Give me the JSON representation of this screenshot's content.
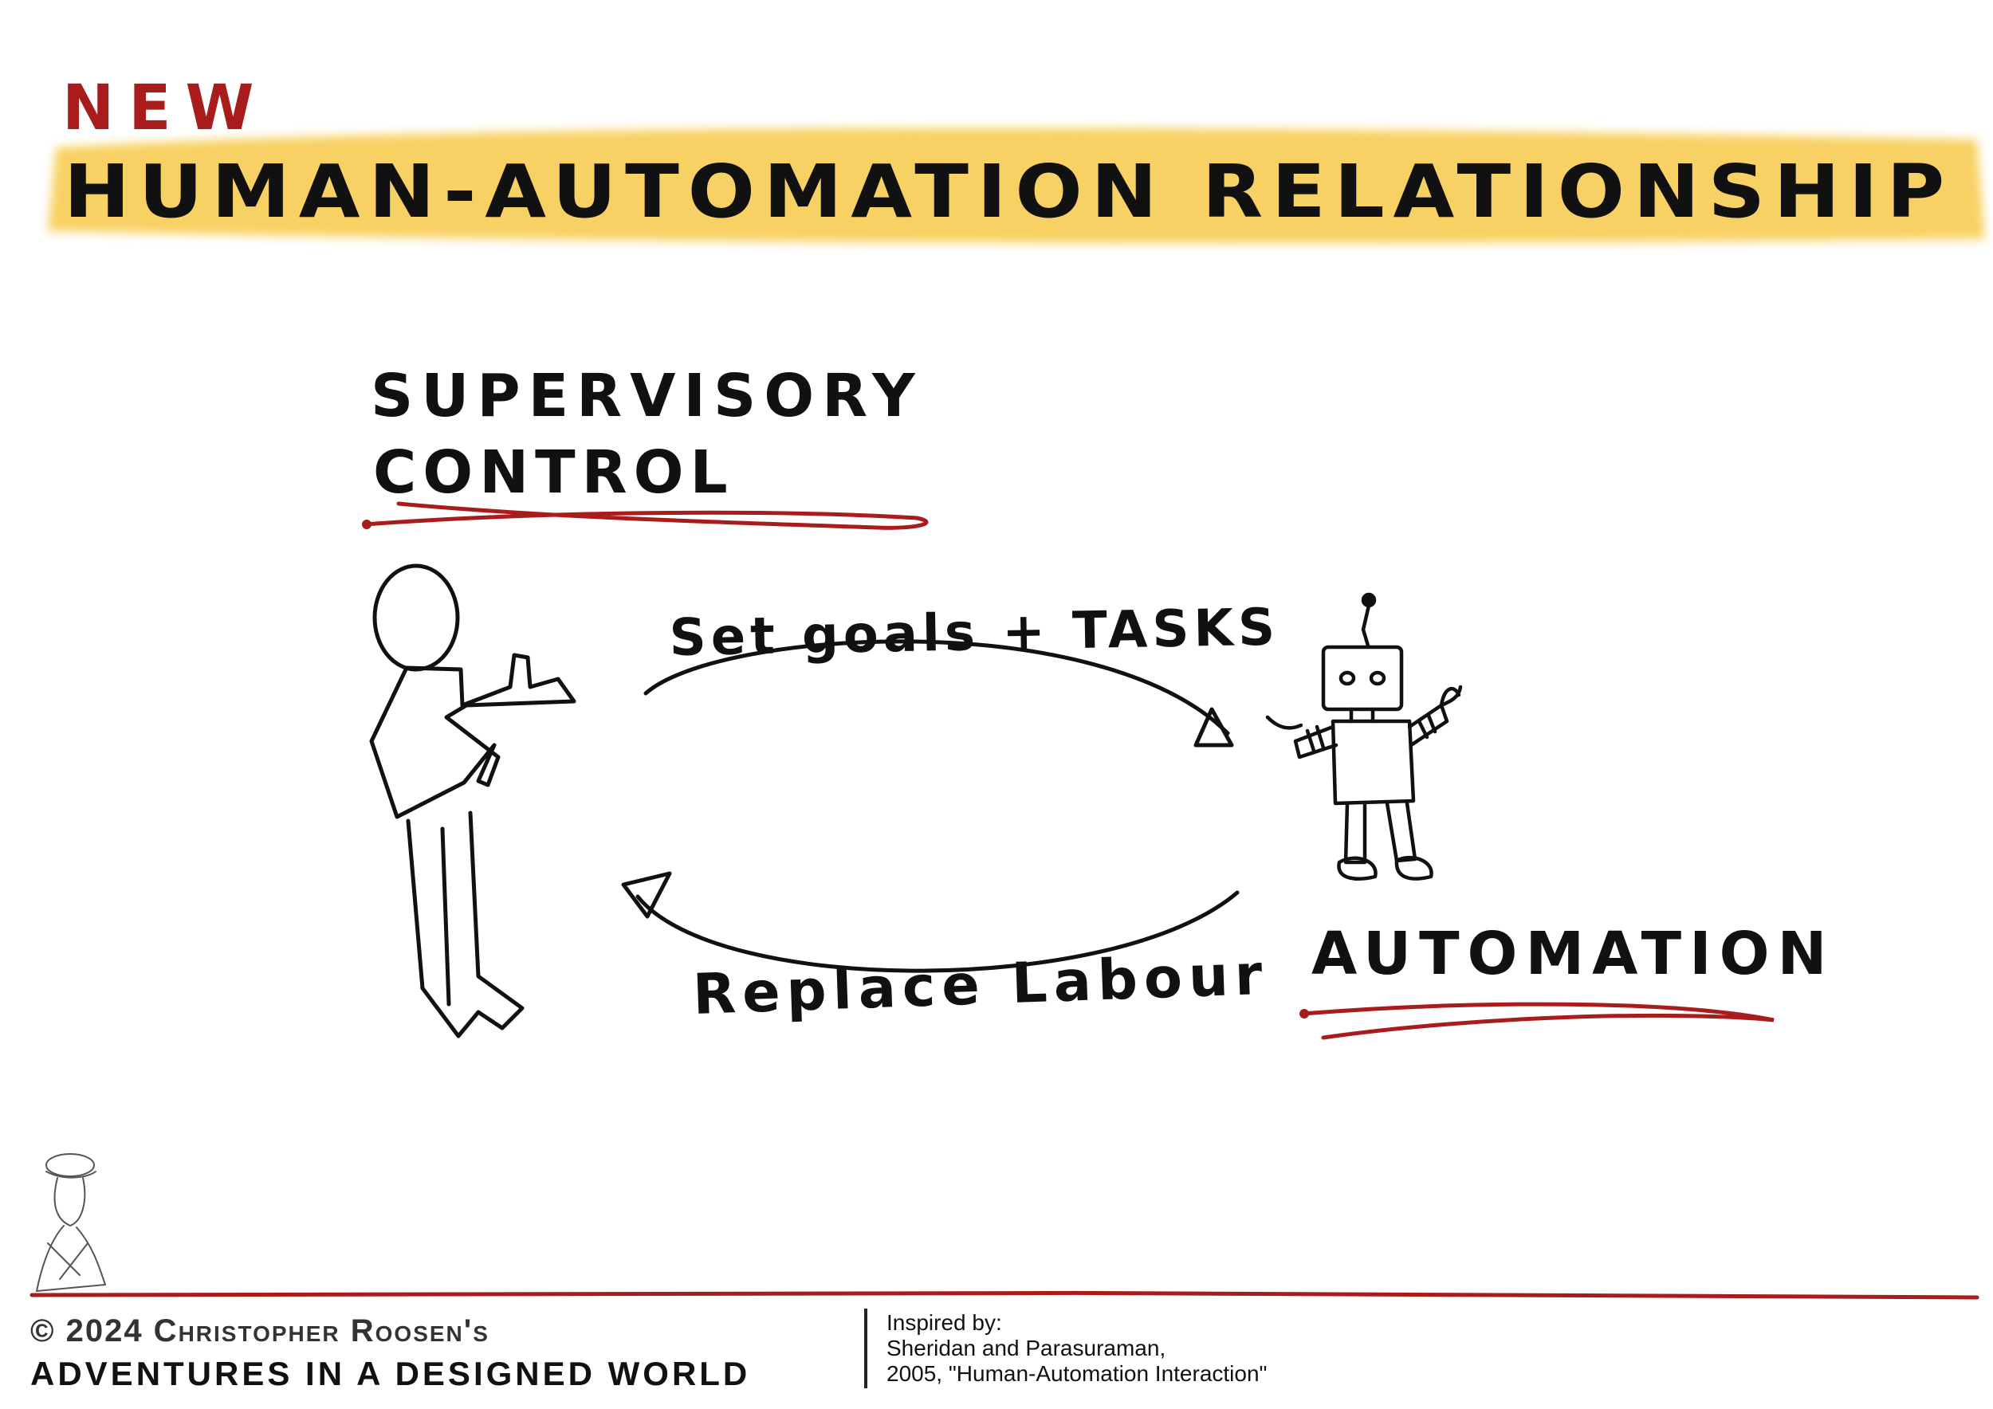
{
  "header": {
    "badge": "NEW",
    "title": "HUMAN-AUTOMATION RELATIONSHIP"
  },
  "diagram": {
    "left_label_line1": "SUPERVISORY",
    "left_label_line2": "CONTROL",
    "right_label": "AUTOMATION",
    "top_arrow_label": "Set goals + TASKS",
    "bottom_arrow_label": "Replace Labour"
  },
  "footer": {
    "copyright": "© 2024 Christopher Roosen's",
    "brand": "ADVENTURES IN A DESIGNED WORLD",
    "credit_line1": "Inspired by:",
    "credit_line2": "Sheridan and Parasuraman,",
    "credit_line3": "2005, \"Human-Automation Interaction\""
  },
  "colors": {
    "highlight": "#f7c948",
    "accent_red": "#a81c1c",
    "ink": "#111111"
  }
}
